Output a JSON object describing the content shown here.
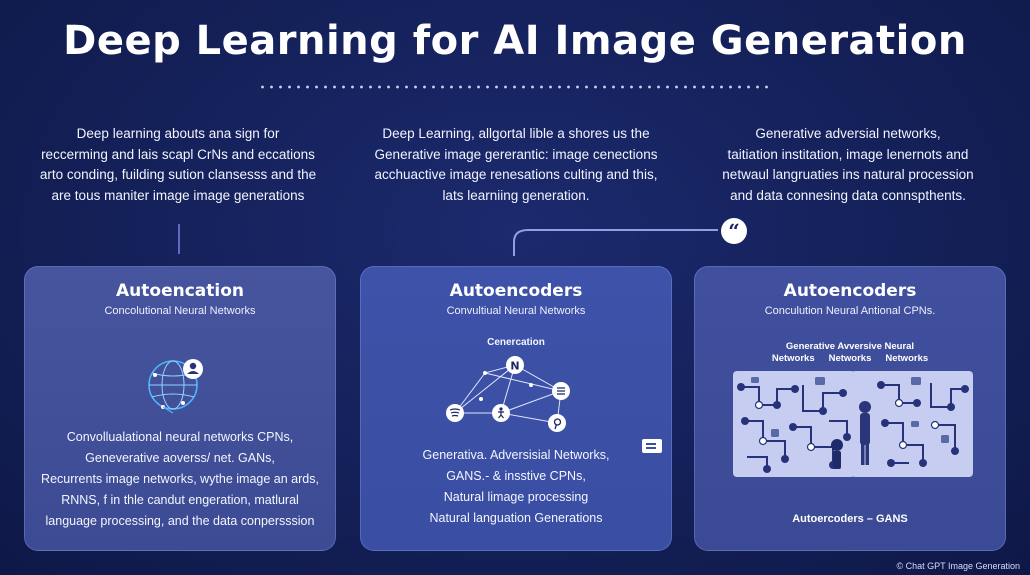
{
  "title": "Deep Learning for AI Image Generation",
  "intro": [
    [
      "Deep learning abouts ana sign for",
      "reccerming and lais scapl CrNs and eccations",
      "arto conding, fuilding sution clansesss and the",
      "are tous maniter  image image  generations"
    ],
    [
      "Deep Learning, allgortal lible a shores us the",
      "Generative image gererantic: image cenections",
      "acchuactive image renesations culting and this,",
      "lats learniing generation."
    ],
    [
      "Generative adversial networks,",
      "taitiation institation, image lenernots and",
      "netwaul langruaties ins natural procession",
      "and data connesing data connspthents."
    ]
  ],
  "quote_glyph": "“",
  "cards": [
    {
      "title": "Autoencation",
      "subtitle": "Concolutional Neural Networks",
      "icon": "globe-network-icon",
      "body": [
        "Convollualational neural networks CPNs,",
        "Geneverative aoverss/ net. GANs,",
        "Recurrents image networks, wythe image an ards,",
        "RNNS, f in thle candut engeration, matlural",
        "language processing, and the data conpersssion"
      ]
    },
    {
      "title": "Autoencoders",
      "subtitle": "Convultiual Neural Networks",
      "network_label": "Cenercation",
      "node_letter": "N",
      "icons": [
        "spotify-icon",
        "person-icon",
        "list-icon",
        "pinterest-icon"
      ],
      "body": [
        "Generativa. Adversisial Networks,",
        "GANS.- & insstive CPNs,",
        "Natural limage processing",
        "Natural languation Generations"
      ]
    },
    {
      "title": "Autoencoders",
      "subtitle": "Conculution Neural Antional CPNs.",
      "gan_heading_line1": "Generative Avversive Neural",
      "gan_heading_line2": [
        "Networks",
        "Networks",
        "Networks"
      ],
      "footer": "Autoercoders – GANS"
    }
  ],
  "credit": "© Chat GPT Image Generation",
  "colors": {
    "background": "#142058",
    "card_left": "#3c4b94",
    "card_mid": "#3a4ea3",
    "card_right": "#3b4a94",
    "gan_panel": "#c7cdf0",
    "accent_line": "#8fa0e8"
  }
}
